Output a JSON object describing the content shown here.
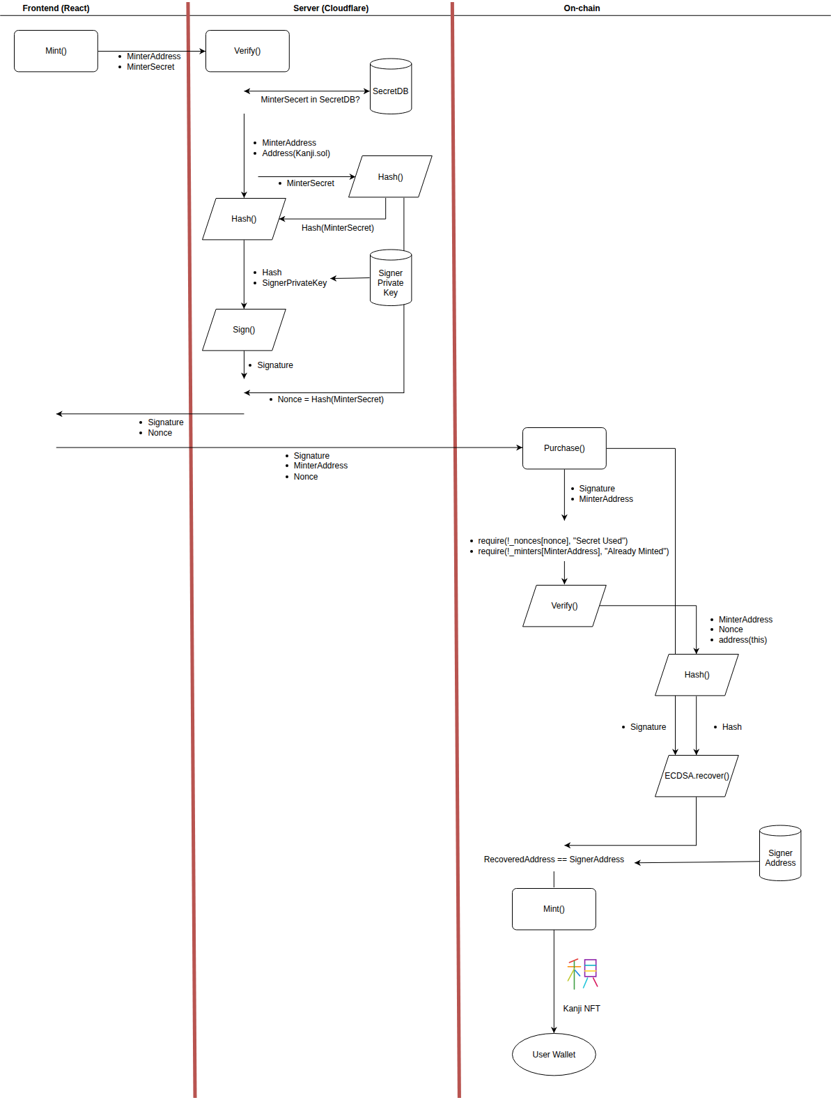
{
  "diagram": {
    "nodes": [
      {
        "text": [
          "Mint()"
        ]
      },
      {
        "text": [
          "Verify()"
        ]
      },
      {
        "text": [
          "SecretDB"
        ]
      },
      {
        "text": [
          "Hash()"
        ]
      },
      {
        "text": [
          "Hash()"
        ]
      },
      {
        "text": [
          "Signer Private Key"
        ]
      },
      {
        "text": [
          "Sign()"
        ]
      },
      {
        "text": [
          "Purchase()"
        ]
      },
      {
        "text": [
          "Verify()"
        ]
      },
      {
        "text": [
          "Hash()"
        ]
      },
      {
        "text": [
          "ECDSA.recover()"
        ]
      },
      {
        "text": [
          "Signer Address"
        ]
      },
      {
        "text": [
          "Mint()"
        ]
      },
      {
        "text": [
          "User Wallet"
        ]
      }
    ],
    "edges": [
      {
        "from": 0,
        "to": 1,
        "arrow": "to"
      },
      {
        "from": 3,
        "to": 4,
        "label": "Hash(MinterSecret)",
        "arrow": "to"
      },
      {
        "from": 4,
        "to": 6,
        "arrow": "to"
      },
      {
        "from": 7,
        "to": 10,
        "arrow": "to"
      },
      {
        "from": 8,
        "to": 9,
        "arrow": "to"
      },
      {
        "from": 9,
        "to": 10,
        "arrow": "to"
      },
      {
        "from": 12,
        "to": 13,
        "arrow": "to"
      }
    ],
    "labels": [
      "Frontend (React)",
      "Server (Cloudflare)",
      "On-chain",
      "MinterAddress",
      "MinterSecret",
      "MinterSecert in SecretDB?",
      "MinterAddress",
      "Address(Kanji.sol)",
      "MinterSecret",
      "Hash",
      "SignerPrivateKey",
      "Signature",
      "Nonce = Hash(MinterSecret)",
      "Signature",
      "Nonce",
      "Signature",
      "MinterAddress",
      "Nonce",
      "Signature",
      "MinterAddress",
      "require(!_nonces[nonce], \"Secret Used\")",
      "require(!_minters[MinterAddress], \"Already Minted\")",
      "MinterAddress",
      "Nonce",
      "address(this)",
      "Signature",
      "Hash",
      "RecoveredAddress == SignerAddress",
      "Kanji NFT"
    ]
  }
}
